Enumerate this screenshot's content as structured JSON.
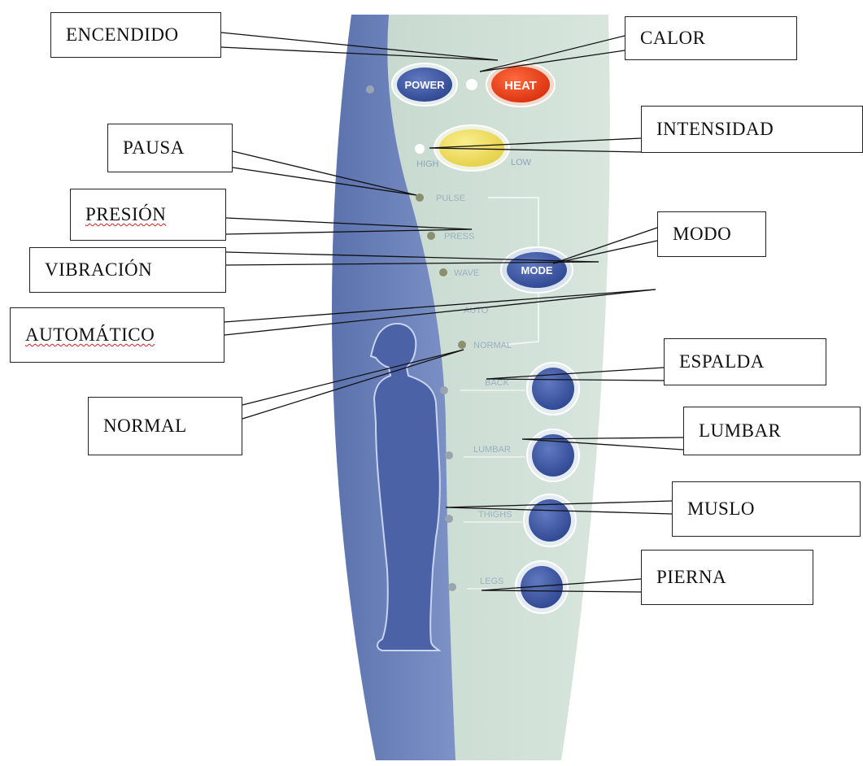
{
  "remote": {
    "buttons": {
      "power": "POWER",
      "heat": "HEAT",
      "mode": "MODE"
    },
    "intensity_labels": {
      "high": "HIGH",
      "low": "LOW"
    },
    "mode_labels": [
      "PULSE",
      "PRESS",
      "WAVE",
      "AUTO",
      "NORMAL"
    ],
    "zone_labels": [
      "BACK",
      "LUMBAR",
      "THIGHS",
      "LEGS"
    ]
  },
  "callouts": {
    "encendido": "ENCENDIDO",
    "calor": "CALOR",
    "intensidad": "INTENSIDAD",
    "pausa": "PAUSA",
    "presion": "PRESIÓN",
    "modo": "MODO",
    "vibracion": "VIBRACIÓN",
    "automatico": "AUTOMÁTICO",
    "espalda": "ESPALDA",
    "normal": "NORMAL",
    "lumbar": "LUMBAR",
    "muslo": "MUSLO",
    "pierna": "PIERNA"
  },
  "colors": {
    "panel_green": "#cfe0d6",
    "panel_blue": "#6a80b8",
    "power_button": "#3a4f9a",
    "heat_button": "#e8401c",
    "intensity_button": "#eed85a",
    "zone_button": "#3d559e"
  }
}
